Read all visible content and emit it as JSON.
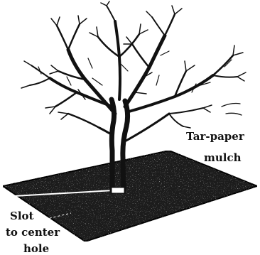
{
  "labels": {
    "tar_paper_line1": "Tar-paper",
    "tar_paper_line2": "mulch",
    "slot_line1": "Slot",
    "slot_line2": "to center",
    "slot_line3": "hole"
  },
  "colors": {
    "ink": "#111111",
    "mulch": "#1c1c1c",
    "background": "#ffffff"
  }
}
